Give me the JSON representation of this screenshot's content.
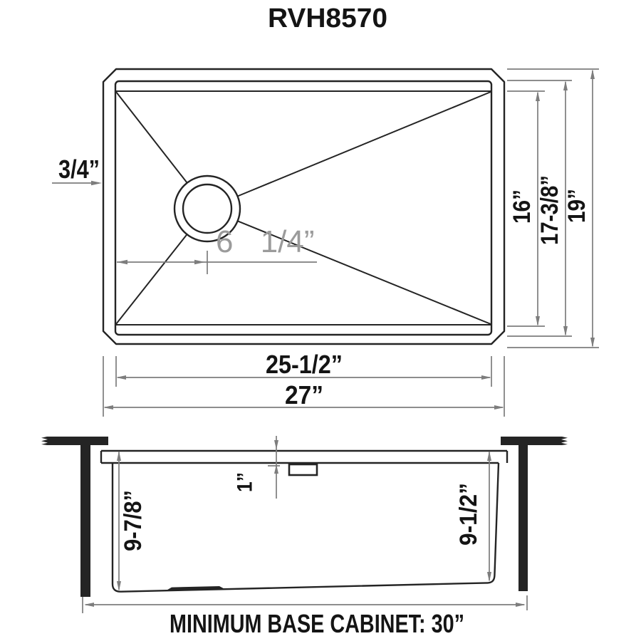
{
  "title": "RVH8570",
  "top_view": {
    "rim_width": "3/4”",
    "drain_offset": "6 1/4”",
    "bowl_depth_dim": "16”",
    "inner_depth_dim": "17-3/8”",
    "overall_depth_dim": "19”",
    "bowl_width_dim": "25-1/2”",
    "overall_width_dim": "27”"
  },
  "side_view": {
    "rim_height_dim": "1”",
    "left_depth_dim": "9-7/8”",
    "right_depth_dim": "9-1/2”",
    "cabinet_note": "MINIMUM BASE CABINET: 30”"
  },
  "colors": {
    "line": "#242424",
    "dim_line": "#7d7d7d",
    "text": "#141414",
    "light_text": "#9b9b9b",
    "background": "#ffffff"
  }
}
